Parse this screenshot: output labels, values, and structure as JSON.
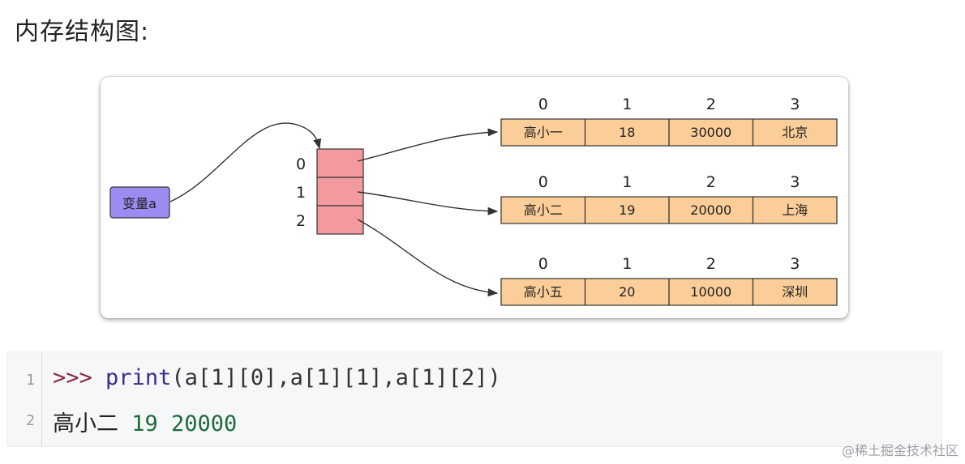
{
  "heading": "内存结构图:",
  "diagram": {
    "variable_label": "变量a",
    "pointer_indices": [
      "0",
      "1",
      "2"
    ],
    "column_headers": [
      "0",
      "1",
      "2",
      "3"
    ],
    "rows": [
      [
        "高小一",
        "18",
        "30000",
        "北京"
      ],
      [
        "高小二",
        "19",
        "20000",
        "上海"
      ],
      [
        "高小五",
        "20",
        "10000",
        "深圳"
      ]
    ],
    "colors": {
      "variable_box": "#9a8cf0",
      "pointer_cell": "#f29a9e",
      "data_cell": "#fbcd98",
      "cell_border": "#333333"
    }
  },
  "code": {
    "line_numbers": [
      "1",
      "2"
    ],
    "prompt": ">>>",
    "keyword": "print",
    "args": "(a[1][0],a[1][1],a[1][2])",
    "output_name": "高小二",
    "output_nums": " 19 20000"
  },
  "watermark": "@稀土掘金技术社区"
}
